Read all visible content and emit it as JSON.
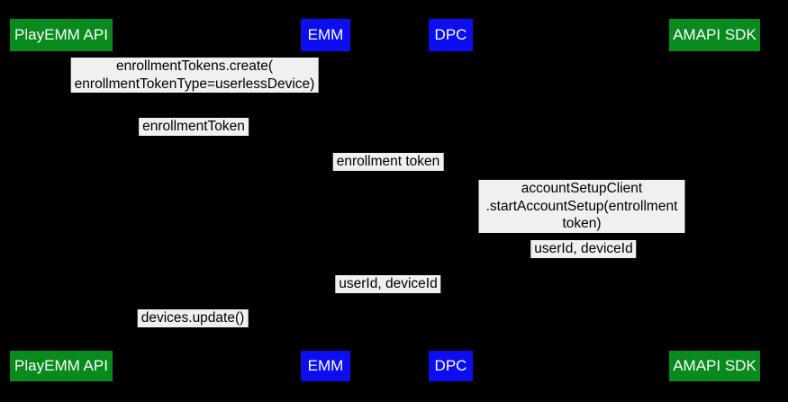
{
  "diagram": {
    "actors": [
      {
        "label": "PlayEMM API",
        "color": "#088a1d"
      },
      {
        "label": "EMM",
        "color": "#0d0df2"
      },
      {
        "label": "DPC",
        "color": "#0d0df2"
      },
      {
        "label": "AMAPI SDK",
        "color": "#088a1d"
      }
    ],
    "messages": [
      {
        "text": "enrollmentTokens.create(\nenrollmentTokenType=userlessDevice)"
      },
      {
        "text": "enrollmentToken"
      },
      {
        "text": "enrollment token"
      },
      {
        "text": "accountSetupClient\n.startAccountSetup(entrollment token)"
      },
      {
        "text": "userId, deviceId"
      },
      {
        "text": "userId, deviceId"
      },
      {
        "text": "devices.update()"
      }
    ]
  },
  "colors": {
    "bg": "#000000",
    "green": "#088a1d",
    "blue": "#0d0df2",
    "actor_text": "#ffffff",
    "label_bg": "#f0f0f0",
    "label_text": "#000000"
  }
}
